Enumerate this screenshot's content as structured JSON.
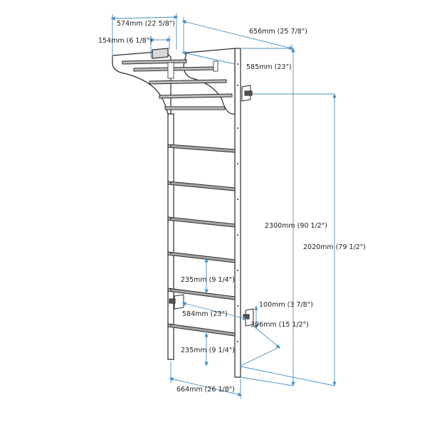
{
  "diagram": {
    "colors": {
      "outline": "#2a2a2a",
      "dimension": "#4a90c4",
      "text": "#222222",
      "background": "#ffffff"
    },
    "dimensions": {
      "top_left_width": "574mm (22 5/8\")",
      "total_top_width": "656mm (25 7/8\")",
      "bar_offset": "154mm (6 1/8\")",
      "bar_depth": "585mm (23\")",
      "total_height": "2300mm (90 1/2\")",
      "ladder_height": "2020mm (79 1/2\")",
      "rung_spacing_upper": "235mm (9 1/4\")",
      "rung_spacing_lower": "235mm (9 1/4\")",
      "wall_depth": "584mm (23\")",
      "bracket_size": "100mm (3 7/8\")",
      "bracket_depth": "396mm (15 1/2\")",
      "base_width": "664mm (26 1/8\")"
    }
  }
}
